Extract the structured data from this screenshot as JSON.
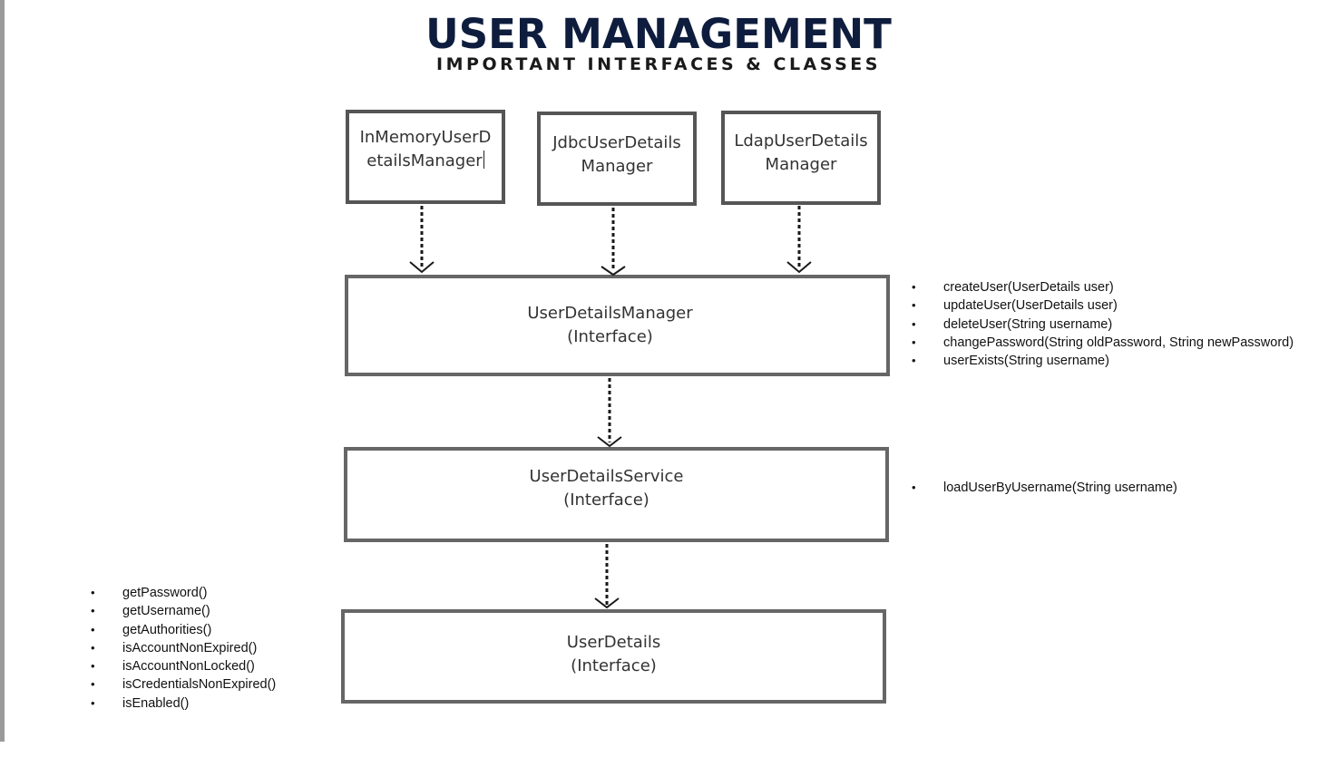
{
  "header": {
    "title": "USER MANAGEMENT",
    "subtitle": "IMPORTANT INTERFACES & CLASSES"
  },
  "implementations": [
    {
      "line1": "InMemoryUserD",
      "line2": "etailsManager"
    },
    {
      "line1": "JdbcUserDetails",
      "line2": "Manager"
    },
    {
      "line1": "LdapUserDetails",
      "line2": "Manager"
    }
  ],
  "interfaces": {
    "user_details_manager": {
      "name": "UserDetailsManager",
      "kind": "(Interface)"
    },
    "user_details_service": {
      "name": "UserDetailsService",
      "kind": "(Interface)"
    },
    "user_details": {
      "name": "UserDetails",
      "kind": "(Interface)"
    }
  },
  "methods": {
    "user_details_manager": [
      "createUser(UserDetails user)",
      "updateUser(UserDetails user)",
      "deleteUser(String username)",
      "changePassword(String oldPassword, String newPassword)",
      "userExists(String username)"
    ],
    "user_details_service": [
      "loadUserByUsername(String username)"
    ],
    "user_details": [
      "getPassword()",
      "getUsername()",
      "getAuthorities()",
      "isAccountNonExpired()",
      "isAccountNonLocked()",
      "isCredentialsNonExpired()",
      "isEnabled()"
    ]
  },
  "bullet": "•",
  "colors": {
    "title": "#0e1d3d",
    "box_border": "#666666",
    "arrow": "#1a1a1a"
  }
}
